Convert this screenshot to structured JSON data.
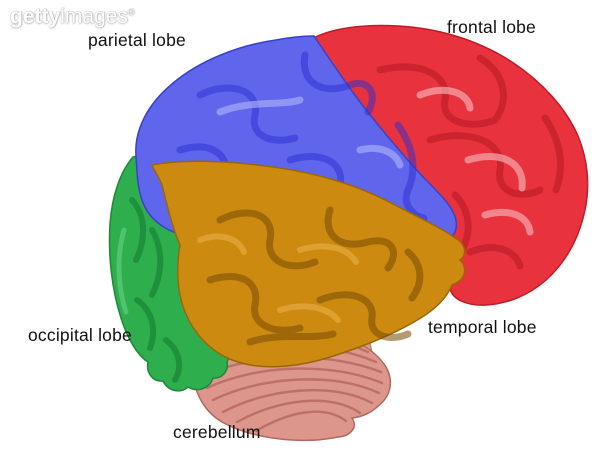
{
  "watermark": {
    "brand_bold": "getty",
    "brand_light": "images",
    "registered": "®"
  },
  "labels": {
    "parietal": "parietal lobe",
    "frontal": "frontal lobe",
    "occipital": "occipital lobe",
    "temporal": "temporal lobe",
    "cerebellum": "cerebellum"
  },
  "colors": {
    "background": "#ffffff",
    "label_text": "#111111",
    "frontal_lobe": "#e8333e",
    "parietal_lobe": "#5f66ec",
    "temporal_lobe": "#cc8a10",
    "occipital_lobe": "#2fae4d",
    "cerebellum": "#dd968c",
    "brainstem": "#d8a48e"
  }
}
